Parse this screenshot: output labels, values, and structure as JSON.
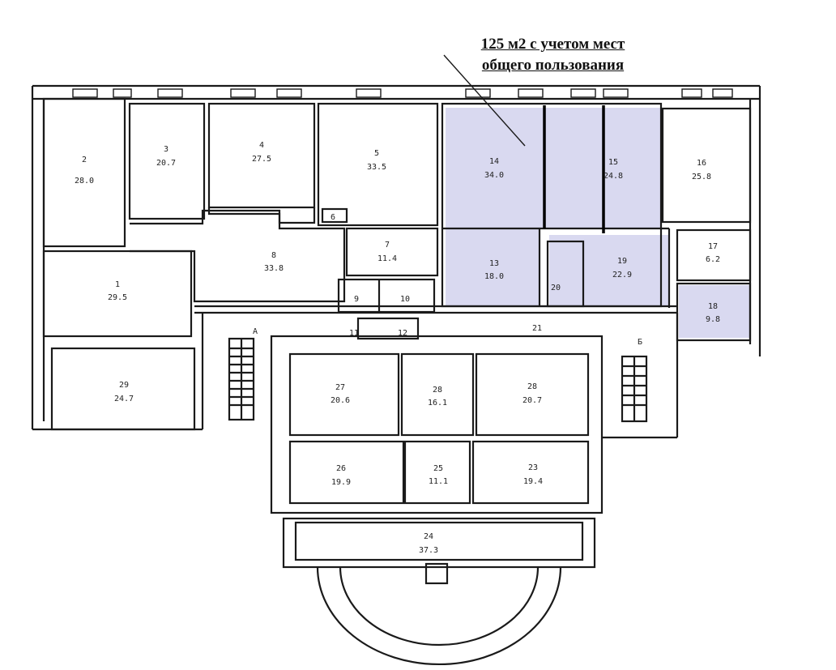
{
  "annotation": {
    "line1": "125 м2 с учетом мест",
    "line2": "общего пользования"
  },
  "colors": {
    "highlight": "#d9d9f0",
    "wall": "#1a1a1a"
  },
  "rooms": [
    {
      "id": "r1",
      "number": "1",
      "area": "29.5"
    },
    {
      "id": "r2",
      "number": "2",
      "area": "28.0"
    },
    {
      "id": "r3",
      "number": "3",
      "area": "20.7"
    },
    {
      "id": "r4",
      "number": "4",
      "area": "27.5"
    },
    {
      "id": "r5",
      "number": "5",
      "area": "33.5"
    },
    {
      "id": "r6",
      "number": "6",
      "area": ""
    },
    {
      "id": "r7",
      "number": "7",
      "area": "11.4"
    },
    {
      "id": "r8",
      "number": "8",
      "area": "33.8"
    },
    {
      "id": "r9",
      "number": "9",
      "area": ""
    },
    {
      "id": "r10",
      "number": "10",
      "area": ""
    },
    {
      "id": "r11",
      "number": "11",
      "area": ""
    },
    {
      "id": "r12",
      "number": "12",
      "area": ""
    },
    {
      "id": "r13",
      "number": "13",
      "area": "18.0"
    },
    {
      "id": "r14",
      "number": "14",
      "area": "34.0"
    },
    {
      "id": "r15",
      "number": "15",
      "area": "24.8"
    },
    {
      "id": "r16",
      "number": "16",
      "area": "25.8"
    },
    {
      "id": "r17",
      "number": "17",
      "area": "6.2"
    },
    {
      "id": "r18",
      "number": "18",
      "area": "9.8"
    },
    {
      "id": "r19",
      "number": "19",
      "area": "22.9"
    },
    {
      "id": "r20",
      "number": "20",
      "area": ""
    },
    {
      "id": "r21",
      "number": "21",
      "area": ""
    },
    {
      "id": "r23",
      "number": "23",
      "area": "19.4"
    },
    {
      "id": "r24",
      "number": "24",
      "area": "37.3"
    },
    {
      "id": "r25",
      "number": "25",
      "area": "11.1"
    },
    {
      "id": "r26",
      "number": "26",
      "area": "19.9"
    },
    {
      "id": "r27",
      "number": "27",
      "area": "20.6"
    },
    {
      "id": "r28a",
      "number": "28",
      "area": "16.1"
    },
    {
      "id": "r28b",
      "number": "28",
      "area": "20.7"
    },
    {
      "id": "r29",
      "number": "29",
      "area": "24.7"
    }
  ],
  "stairs": [
    {
      "id": "stairA",
      "label": "А"
    },
    {
      "id": "stairB",
      "label": "Б"
    }
  ]
}
